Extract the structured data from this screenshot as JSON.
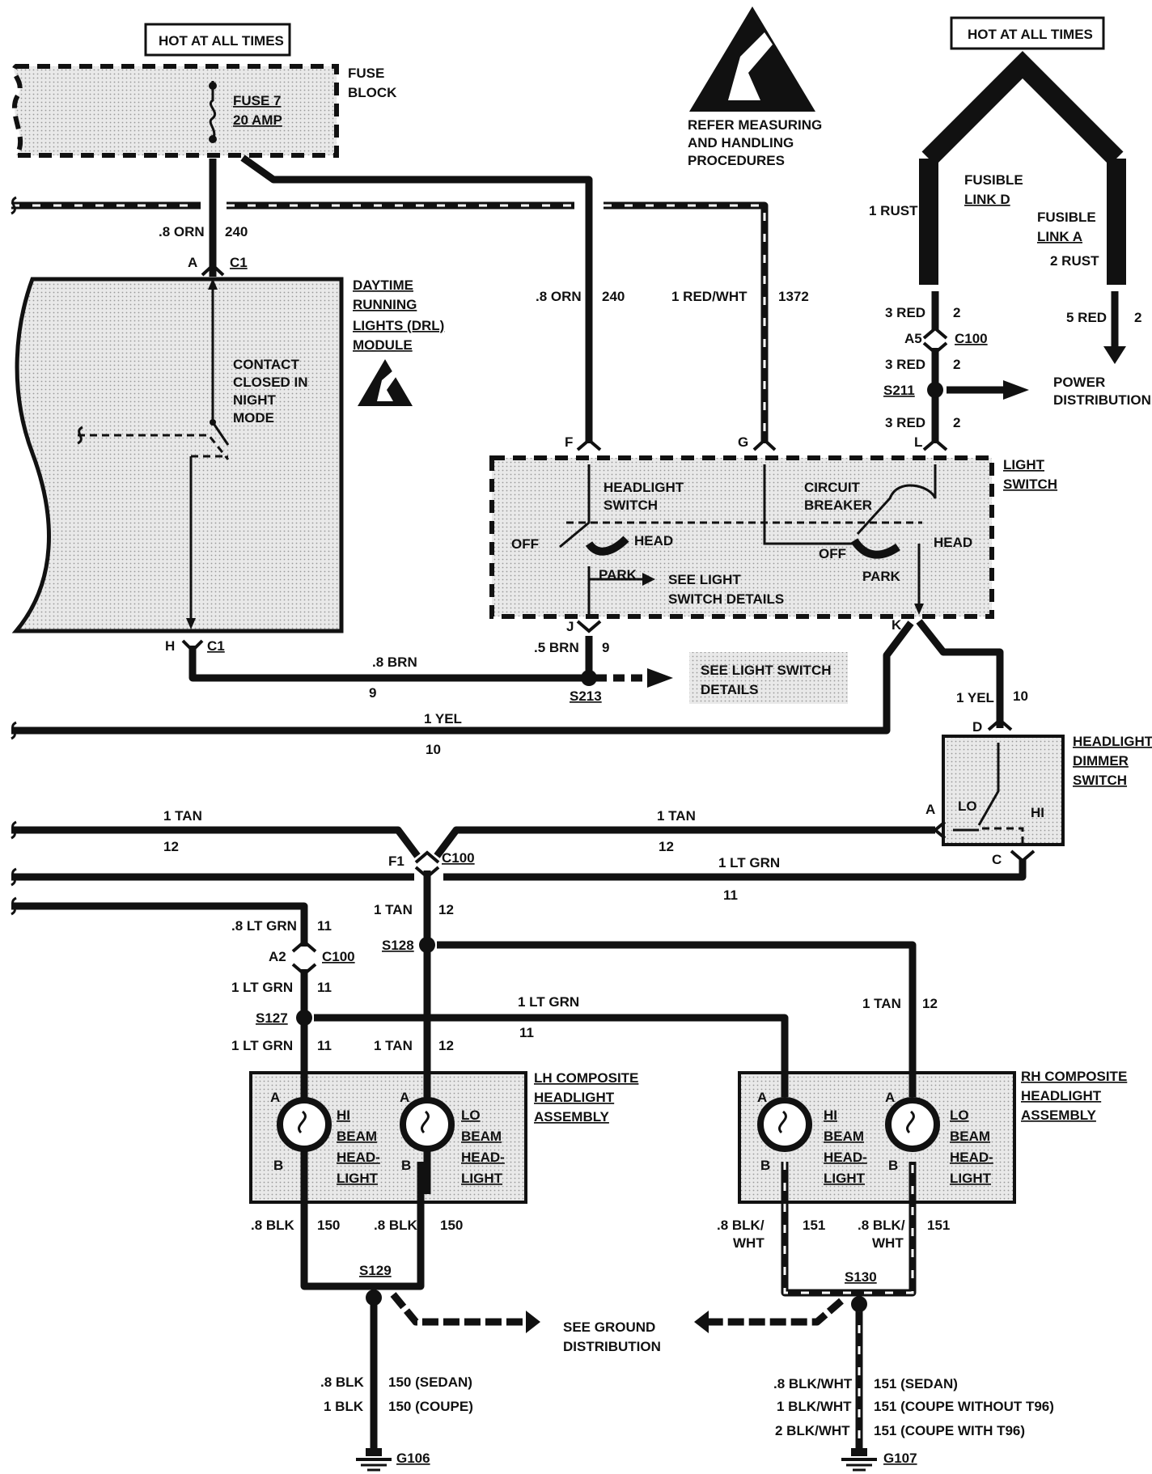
{
  "labels": {
    "hot1": "HOT AT ALL TIMES",
    "hot2": "HOT AT ALL TIMES",
    "fuse_block_1": "FUSE",
    "fuse_block_2": "BLOCK",
    "fuse_1": "FUSE 7",
    "fuse_2": "20 AMP",
    "esd_1": "REFER MEASURING",
    "esd_2": "AND HANDLING",
    "esd_3": "PROCEDURES",
    "fusible_d_1": "FUSIBLE",
    "fusible_d_2": "LINK D",
    "fusible_a_1": "FUSIBLE",
    "fusible_a_2": "LINK A",
    "rust1": "1 RUST",
    "rust2": "2 RUST",
    "orn_top": ".8 ORN",
    "n240_top": "240",
    "pin_a": "A",
    "c1_top": "C1",
    "drl_1": "DAYTIME",
    "drl_2": "RUNNING",
    "drl_3": "LIGHTS (DRL)",
    "drl_4": "MODULE",
    "contact_1": "CONTACT",
    "contact_2": "CLOSED IN",
    "contact_3": "NIGHT",
    "contact_4": "MODE",
    "orn_mid": ".8 ORN",
    "n240_mid": "240",
    "redwht": "1 RED/WHT",
    "n1372": "1372",
    "red3_a": "3 RED",
    "two_a": "2",
    "a5": "A5",
    "c100_top": "C100",
    "red3_b": "3 RED",
    "two_b": "2",
    "s211": "S211",
    "red3_c": "3 RED",
    "two_c": "2",
    "red5": "5 RED",
    "two_d": "2",
    "power_1": "POWER",
    "power_2": "DISTRIBUTION",
    "pin_f": "F",
    "pin_g": "G",
    "pin_l": "L",
    "light_sw_1": "LIGHT",
    "light_sw_2": "SWITCH",
    "hs_1": "HEADLIGHT",
    "hs_2": "SWITCH",
    "cb_1": "CIRCUIT",
    "cb_2": "BREAKER",
    "off1": "OFF",
    "head1": "HEAD",
    "park1": "PARK",
    "see_ls_1": "SEE LIGHT",
    "see_ls_2": "SWITCH DETAILS",
    "off2": "OFF",
    "park2": "PARK",
    "head2": "HEAD",
    "pin_j": "J",
    "pin_k": "K",
    "brn5": ".5 BRN",
    "n9_j": "9",
    "pin_h": "H",
    "c1_bot": "C1",
    "brn8": ".8 BRN",
    "n9_h": "9",
    "s213": "S213",
    "see_ls2_1": "SEE LIGHT SWITCH",
    "see_ls2_2": "DETAILS",
    "yel1_a": "1 YEL",
    "n10_a": "10",
    "yel1_b": "1 YEL",
    "n10_b": "10",
    "pin_d": "D",
    "hds_1": "HEADLIGHT",
    "hds_2": "DIMMER",
    "hds_3": "SWITCH",
    "lo_sw": "LO",
    "hi_sw": "HI",
    "pin_a2": "A",
    "pin_c": "C",
    "tan1_a": "1 TAN",
    "n12_a": "12",
    "tan1_b": "1 TAN",
    "n12_b": "12",
    "f1": "F1",
    "c100_mid": "C100",
    "ltgrn1_a": "1 LT GRN",
    "n11_a": "11",
    "tan1_c": "1 TAN",
    "n12_c": "12",
    "ltgrn8": ".8 LT GRN",
    "n11_b": "11",
    "s128": "S128",
    "a2": "A2",
    "c100_low": "C100",
    "ltgrn1_b": "1 LT GRN",
    "n11_c": "11",
    "ltgrn1_c": "1 LT GRN",
    "n11_d": "11",
    "tan1_d": "1 TAN",
    "n12_d": "12",
    "s127": "S127",
    "ltgrn1_d": "1 LT GRN",
    "n11_e": "11",
    "tan1_e": "1 TAN",
    "n12_e": "12",
    "lh_1": "LH COMPOSITE",
    "lh_2": "HEADLIGHT",
    "lh_3": "ASSEMBLY",
    "rh_1": "RH COMPOSITE",
    "rh_2": "HEADLIGHT",
    "rh_3": "ASSEMBLY",
    "hi_1": "HI",
    "hi_2": "BEAM",
    "hi_3": "HEAD-",
    "hi_4": "LIGHT",
    "lo_1": "LO",
    "lo_2": "BEAM",
    "lo_3": "HEAD-",
    "lo_4": "LIGHT",
    "rhi_1": "HI",
    "rhi_2": "BEAM",
    "rhi_3": "HEAD-",
    "rhi_4": "LIGHT",
    "rlo_1": "LO",
    "rlo_2": "BEAM",
    "rlo_3": "HEAD-",
    "rlo_4": "LIGHT",
    "pa1": "A",
    "pb1": "B",
    "pa2": "A",
    "pb2": "B",
    "pa3": "A",
    "pb3": "B",
    "pa4": "A",
    "pb4": "B",
    "blk8_a": ".8 BLK",
    "n150_a": "150",
    "blk8_b": ".8 BLK",
    "n150_b": "150",
    "bw_a1": ".8 BLK/",
    "bw_a2": "WHT",
    "n151_a": "151",
    "bw_b1": ".8 BLK/",
    "bw_b2": "WHT",
    "n151_b": "151",
    "s129": "S129",
    "s130": "S130",
    "gd_1": "SEE GROUND",
    "gd_2": "DISTRIBUTION",
    "gl_1": ".8 BLK",
    "gl_2": "1 BLK",
    "gl_3": "150 (SEDAN)",
    "gl_4": "150 (COUPE)",
    "gr_1": ".8 BLK/WHT",
    "gr_2": "1 BLK/WHT",
    "gr_3": "2 BLK/WHT",
    "gr_4": "151 (SEDAN)",
    "gr_5": "151 (COUPE WITHOUT T96)",
    "gr_6": "151 (COUPE WITH T96)",
    "g106": "G106",
    "g107": "G107"
  }
}
